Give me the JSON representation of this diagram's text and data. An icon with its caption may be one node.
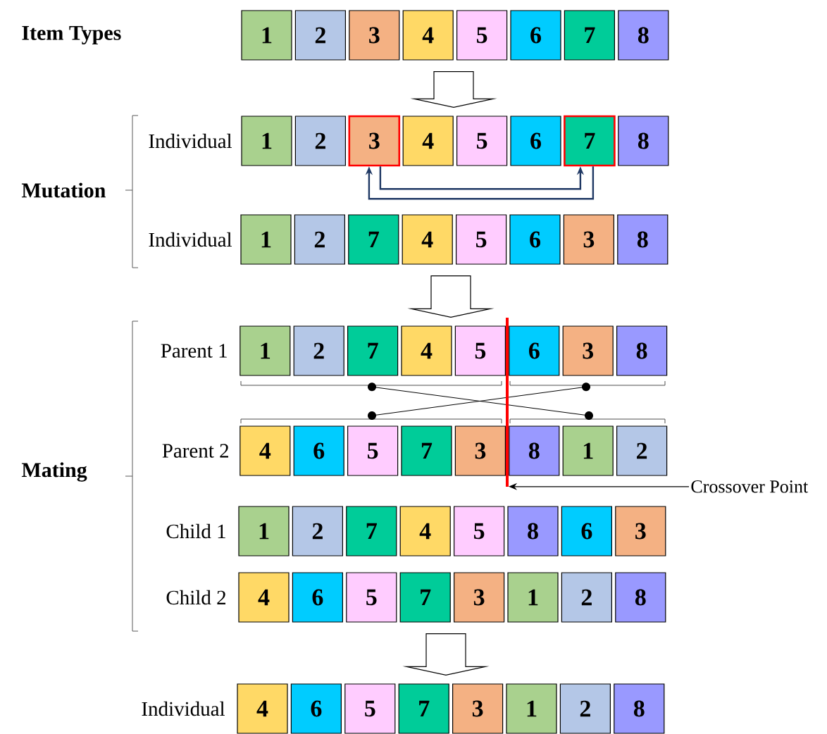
{
  "diagram": {
    "nodes": [
      {
        "text": [
          "Item Types"
        ]
      },
      {
        "text": [
          "1"
        ]
      },
      {
        "text": [
          "2"
        ]
      },
      {
        "text": [
          "3"
        ]
      },
      {
        "text": [
          "4"
        ]
      },
      {
        "text": [
          "5"
        ]
      },
      {
        "text": [
          "6"
        ]
      },
      {
        "text": [
          "7"
        ]
      },
      {
        "text": [
          "8"
        ]
      },
      {
        "text": [
          "Individual"
        ]
      },
      {
        "text": [
          "1"
        ]
      },
      {
        "text": [
          "2"
        ]
      },
      {
        "text": [
          "3"
        ]
      },
      {
        "text": [
          "4"
        ]
      },
      {
        "text": [
          "5"
        ]
      },
      {
        "text": [
          "6"
        ]
      },
      {
        "text": [
          "7"
        ]
      },
      {
        "text": [
          "8"
        ]
      },
      {
        "text": [
          "Individual"
        ]
      },
      {
        "text": [
          "1"
        ]
      },
      {
        "text": [
          "2"
        ]
      },
      {
        "text": [
          "7"
        ]
      },
      {
        "text": [
          "4"
        ]
      },
      {
        "text": [
          "5"
        ]
      },
      {
        "text": [
          "6"
        ]
      },
      {
        "text": [
          "3"
        ]
      },
      {
        "text": [
          "8"
        ]
      },
      {
        "text": [
          "Parent 1"
        ]
      },
      {
        "text": [
          "1"
        ]
      },
      {
        "text": [
          "2"
        ]
      },
      {
        "text": [
          "7"
        ]
      },
      {
        "text": [
          "4"
        ]
      },
      {
        "text": [
          "5"
        ]
      },
      {
        "text": [
          "6"
        ]
      },
      {
        "text": [
          "3"
        ]
      },
      {
        "text": [
          "8"
        ]
      },
      {
        "text": [
          "Parent 2"
        ]
      },
      {
        "text": [
          "4"
        ]
      },
      {
        "text": [
          "6"
        ]
      },
      {
        "text": [
          "5"
        ]
      },
      {
        "text": [
          "7"
        ]
      },
      {
        "text": [
          "3"
        ]
      },
      {
        "text": [
          "8"
        ]
      },
      {
        "text": [
          "1"
        ]
      },
      {
        "text": [
          "2"
        ]
      },
      {
        "text": [
          "Child 1"
        ]
      },
      {
        "text": [
          "1"
        ]
      },
      {
        "text": [
          "2"
        ]
      },
      {
        "text": [
          "7"
        ]
      },
      {
        "text": [
          "4"
        ]
      },
      {
        "text": [
          "5"
        ]
      },
      {
        "text": [
          "8"
        ]
      },
      {
        "text": [
          "6"
        ]
      },
      {
        "text": [
          "3"
        ]
      },
      {
        "text": [
          "Child 2"
        ]
      },
      {
        "text": [
          "4"
        ]
      },
      {
        "text": [
          "6"
        ]
      },
      {
        "text": [
          "5"
        ]
      },
      {
        "text": [
          "7"
        ]
      },
      {
        "text": [
          "3"
        ]
      },
      {
        "text": [
          "1"
        ]
      },
      {
        "text": [
          "2"
        ]
      },
      {
        "text": [
          "8"
        ]
      },
      {
        "text": [
          "Individual"
        ]
      },
      {
        "text": [
          "4"
        ]
      },
      {
        "text": [
          "6"
        ]
      },
      {
        "text": [
          "5"
        ]
      },
      {
        "text": [
          "7"
        ]
      },
      {
        "text": [
          "3"
        ]
      },
      {
        "text": [
          "1"
        ]
      },
      {
        "text": [
          "2"
        ]
      },
      {
        "text": [
          "8"
        ]
      },
      {
        "text": [],
        "shape": "bar"
      },
      {
        "text": [
          "Crossover Point"
        ]
      }
    ],
    "edges": [
      {
        "from": 4,
        "to": 13,
        "arrow": "to",
        "color": "#000000"
      },
      {
        "from": 12,
        "to": 16,
        "arrow": "to",
        "color": "#1f3864"
      },
      {
        "from": 16,
        "to": 12,
        "arrow": "to",
        "color": "#1f3864"
      },
      {
        "from": 22,
        "to": 31,
        "arrow": "to",
        "color": "#000000"
      },
      {
        "from": 73,
        "to": 72,
        "arrow": "to",
        "color": "#000000"
      },
      {
        "from": 58,
        "to": 67,
        "arrow": "to",
        "color": "#000000"
      }
    ],
    "labels": [
      "Mutation",
      "Mating"
    ]
  }
}
